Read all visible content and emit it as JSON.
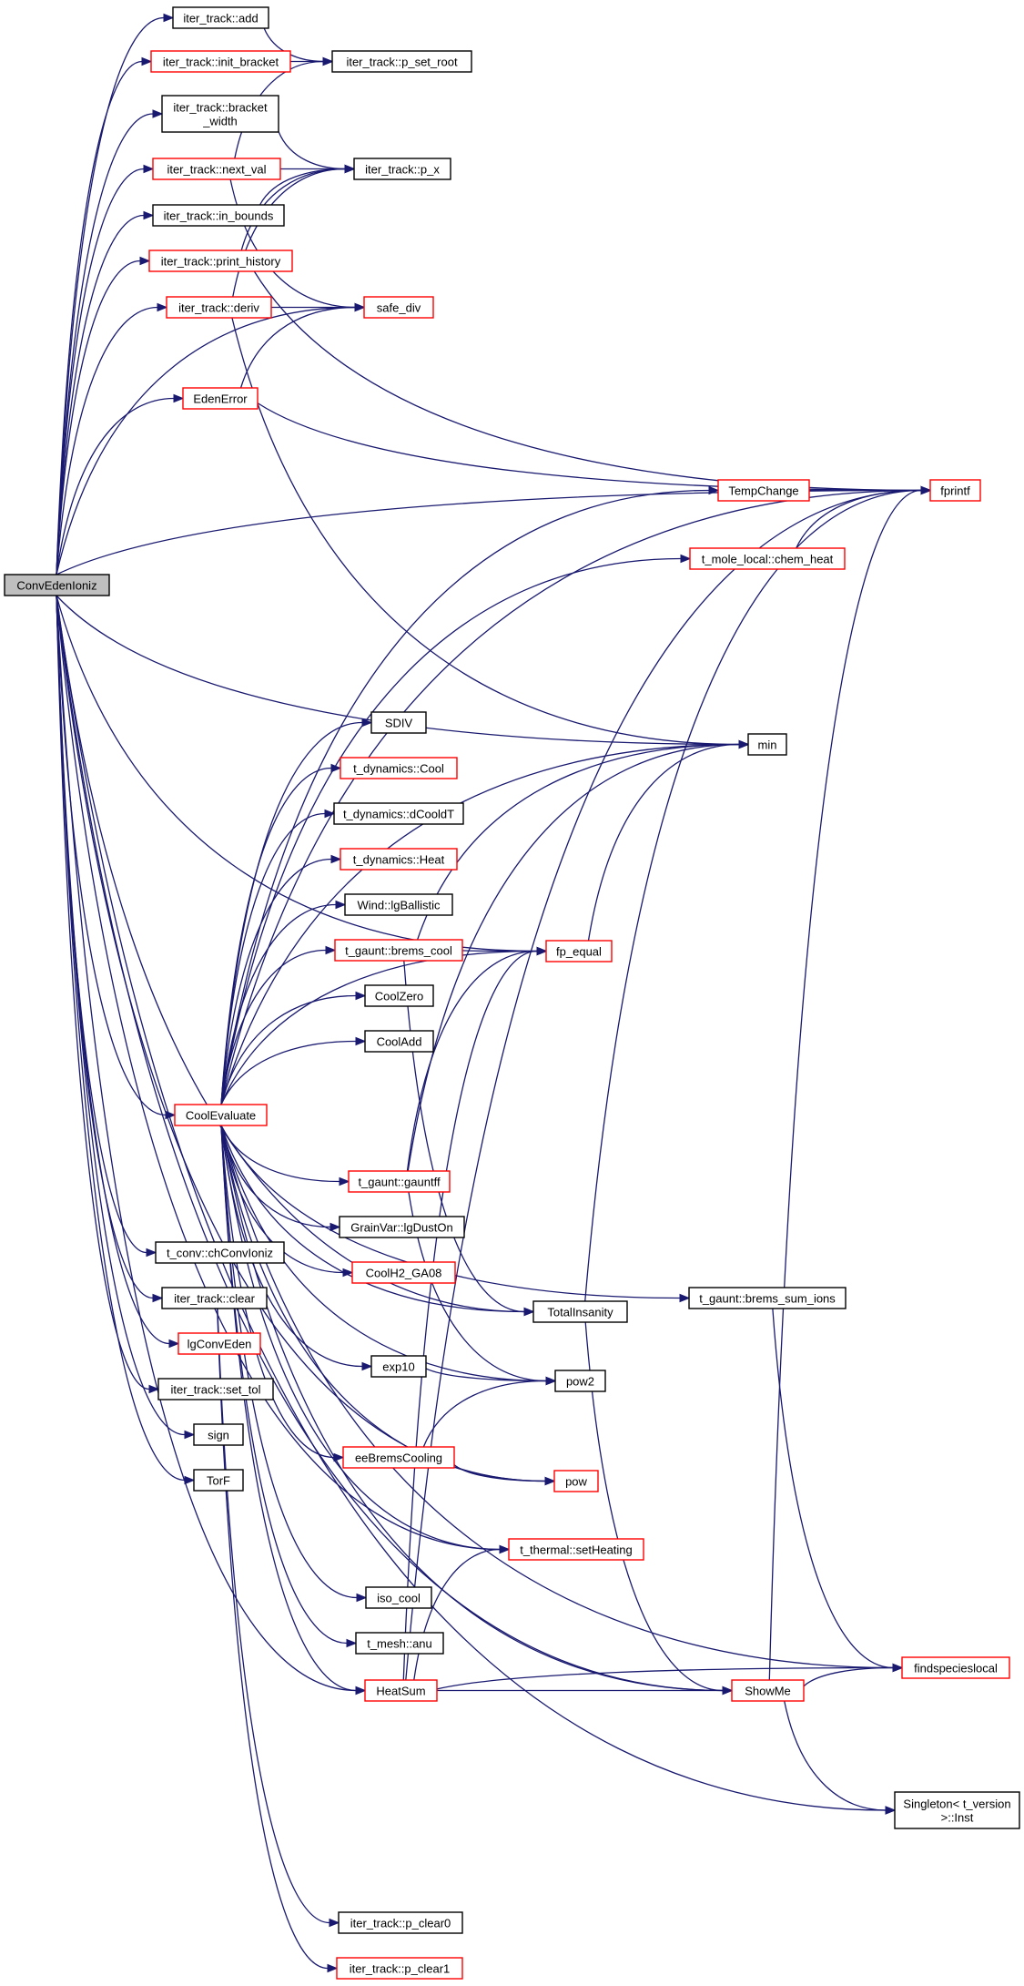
{
  "colors": {
    "edge": "#191970",
    "node_border_documented": "#000000",
    "node_border_undocumented": "#ff0000",
    "root_fill": "#bfbfbf",
    "node_fill": "#ffffff"
  },
  "nodes": {
    "ConvEdenIoniz": {
      "label": "ConvEdenIoniz",
      "kind": "root"
    },
    "add": {
      "label": "iter_track::add",
      "kind": "black"
    },
    "init_bracket": {
      "label": "iter_track::init_bracket",
      "kind": "red"
    },
    "p_set_root": {
      "label": "iter_track::p_set_root",
      "kind": "black"
    },
    "bracket_width": {
      "label": "iter_track::bracket\n_width",
      "kind": "black"
    },
    "next_val": {
      "label": "iter_track::next_val",
      "kind": "red"
    },
    "p_x": {
      "label": "iter_track::p_x",
      "kind": "black"
    },
    "in_bounds": {
      "label": "iter_track::in_bounds",
      "kind": "black"
    },
    "print_history": {
      "label": "iter_track::print_history",
      "kind": "red"
    },
    "deriv": {
      "label": "iter_track::deriv",
      "kind": "red"
    },
    "safe_div": {
      "label": "safe_div",
      "kind": "red"
    },
    "EdenError": {
      "label": "EdenError",
      "kind": "red"
    },
    "TempChange": {
      "label": "TempChange",
      "kind": "red"
    },
    "fprintf": {
      "label": "fprintf",
      "kind": "red"
    },
    "chem_heat": {
      "label": "t_mole_local::chem_heat",
      "kind": "red"
    },
    "min": {
      "label": "min",
      "kind": "black"
    },
    "SDIV": {
      "label": "SDIV",
      "kind": "black"
    },
    "dyn_Cool": {
      "label": "t_dynamics::Cool",
      "kind": "red"
    },
    "dyn_dCooldT": {
      "label": "t_dynamics::dCooldT",
      "kind": "black"
    },
    "dyn_Heat": {
      "label": "t_dynamics::Heat",
      "kind": "red"
    },
    "lgBallistic": {
      "label": "Wind::lgBallistic",
      "kind": "black"
    },
    "brems_cool": {
      "label": "t_gaunt::brems_cool",
      "kind": "red"
    },
    "fp_equal": {
      "label": "fp_equal",
      "kind": "red"
    },
    "CoolZero": {
      "label": "CoolZero",
      "kind": "black"
    },
    "CoolAdd": {
      "label": "CoolAdd",
      "kind": "black"
    },
    "CoolEvaluate": {
      "label": "CoolEvaluate",
      "kind": "red"
    },
    "gauntff": {
      "label": "t_gaunt::gauntff",
      "kind": "red"
    },
    "lgDustOn": {
      "label": "GrainVar::lgDustOn",
      "kind": "black"
    },
    "chConvIoniz": {
      "label": "t_conv::chConvIoniz",
      "kind": "black"
    },
    "CoolH2_GA08": {
      "label": "CoolH2_GA08",
      "kind": "red"
    },
    "clear": {
      "label": "iter_track::clear",
      "kind": "black"
    },
    "TotalInsanity": {
      "label": "TotalInsanity",
      "kind": "black"
    },
    "brems_sum_ions": {
      "label": "t_gaunt::brems_sum_ions",
      "kind": "black"
    },
    "lgConvEden": {
      "label": "lgConvEden",
      "kind": "red"
    },
    "exp10": {
      "label": "exp10",
      "kind": "black"
    },
    "pow2": {
      "label": "pow2",
      "kind": "black"
    },
    "set_tol": {
      "label": "iter_track::set_tol",
      "kind": "black"
    },
    "sign": {
      "label": "sign",
      "kind": "black"
    },
    "eeBremsCooling": {
      "label": "eeBremsCooling",
      "kind": "red"
    },
    "TorF": {
      "label": "TorF",
      "kind": "black"
    },
    "pow": {
      "label": "pow",
      "kind": "red"
    },
    "setHeating": {
      "label": "t_thermal::setHeating",
      "kind": "red"
    },
    "iso_cool": {
      "label": "iso_cool",
      "kind": "black"
    },
    "anu": {
      "label": "t_mesh::anu",
      "kind": "black"
    },
    "HeatSum": {
      "label": "HeatSum",
      "kind": "red"
    },
    "ShowMe": {
      "label": "ShowMe",
      "kind": "red"
    },
    "findspecieslocal": {
      "label": "findspecieslocal",
      "kind": "red"
    },
    "Inst": {
      "label": "Singleton< t_version\n>::Inst",
      "kind": "black"
    },
    "p_clear0": {
      "label": "iter_track::p_clear0",
      "kind": "black"
    },
    "p_clear1": {
      "label": "iter_track::p_clear1",
      "kind": "red"
    }
  },
  "edges": [
    [
      "ConvEdenIoniz",
      "add"
    ],
    [
      "ConvEdenIoniz",
      "init_bracket"
    ],
    [
      "ConvEdenIoniz",
      "bracket_width"
    ],
    [
      "ConvEdenIoniz",
      "next_val"
    ],
    [
      "ConvEdenIoniz",
      "in_bounds"
    ],
    [
      "ConvEdenIoniz",
      "print_history"
    ],
    [
      "ConvEdenIoniz",
      "deriv"
    ],
    [
      "ConvEdenIoniz",
      "safe_div"
    ],
    [
      "ConvEdenIoniz",
      "EdenError"
    ],
    [
      "ConvEdenIoniz",
      "fprintf"
    ],
    [
      "ConvEdenIoniz",
      "min"
    ],
    [
      "ConvEdenIoniz",
      "fp_equal"
    ],
    [
      "ConvEdenIoniz",
      "CoolEvaluate"
    ],
    [
      "ConvEdenIoniz",
      "chConvIoniz"
    ],
    [
      "ConvEdenIoniz",
      "clear"
    ],
    [
      "ConvEdenIoniz",
      "lgConvEden"
    ],
    [
      "ConvEdenIoniz",
      "set_tol"
    ],
    [
      "ConvEdenIoniz",
      "sign"
    ],
    [
      "ConvEdenIoniz",
      "TorF"
    ],
    [
      "ConvEdenIoniz",
      "TotalInsanity"
    ],
    [
      "ConvEdenIoniz",
      "pow"
    ],
    [
      "ConvEdenIoniz",
      "setHeating"
    ],
    [
      "ConvEdenIoniz",
      "HeatSum"
    ],
    [
      "ConvEdenIoniz",
      "ShowMe"
    ],
    [
      "ConvEdenIoniz",
      "Inst"
    ],
    [
      "add",
      "p_set_root"
    ],
    [
      "init_bracket",
      "p_set_root"
    ],
    [
      "bracket_width",
      "p_x"
    ],
    [
      "next_val",
      "p_set_root"
    ],
    [
      "next_val",
      "p_x"
    ],
    [
      "next_val",
      "safe_div"
    ],
    [
      "in_bounds",
      "p_x"
    ],
    [
      "print_history",
      "p_x"
    ],
    [
      "print_history",
      "fprintf"
    ],
    [
      "deriv",
      "p_x"
    ],
    [
      "deriv",
      "safe_div"
    ],
    [
      "deriv",
      "min"
    ],
    [
      "EdenError",
      "safe_div"
    ],
    [
      "EdenError",
      "fprintf"
    ],
    [
      "TempChange",
      "fprintf"
    ],
    [
      "chem_heat",
      "fprintf"
    ],
    [
      "CoolEvaluate",
      "fprintf"
    ],
    [
      "CoolEvaluate",
      "TempChange"
    ],
    [
      "CoolEvaluate",
      "chem_heat"
    ],
    [
      "CoolEvaluate",
      "min"
    ],
    [
      "CoolEvaluate",
      "SDIV"
    ],
    [
      "CoolEvaluate",
      "dyn_Cool"
    ],
    [
      "CoolEvaluate",
      "dyn_dCooldT"
    ],
    [
      "CoolEvaluate",
      "dyn_Heat"
    ],
    [
      "CoolEvaluate",
      "lgBallistic"
    ],
    [
      "CoolEvaluate",
      "brems_cool"
    ],
    [
      "CoolEvaluate",
      "CoolZero"
    ],
    [
      "CoolEvaluate",
      "CoolAdd"
    ],
    [
      "CoolEvaluate",
      "fp_equal"
    ],
    [
      "CoolEvaluate",
      "gauntff"
    ],
    [
      "CoolEvaluate",
      "lgDustOn"
    ],
    [
      "CoolEvaluate",
      "CoolH2_GA08"
    ],
    [
      "CoolEvaluate",
      "brems_sum_ions"
    ],
    [
      "CoolEvaluate",
      "TotalInsanity"
    ],
    [
      "CoolEvaluate",
      "exp10"
    ],
    [
      "CoolEvaluate",
      "pow2"
    ],
    [
      "CoolEvaluate",
      "eeBremsCooling"
    ],
    [
      "CoolEvaluate",
      "pow"
    ],
    [
      "CoolEvaluate",
      "setHeating"
    ],
    [
      "CoolEvaluate",
      "iso_cool"
    ],
    [
      "CoolEvaluate",
      "anu"
    ],
    [
      "CoolEvaluate",
      "HeatSum"
    ],
    [
      "CoolEvaluate",
      "ShowMe"
    ],
    [
      "CoolEvaluate",
      "findspecieslocal"
    ],
    [
      "brems_cool",
      "min"
    ],
    [
      "brems_cool",
      "fp_equal"
    ],
    [
      "brems_cool",
      "TotalInsanity"
    ],
    [
      "fp_equal",
      "min"
    ],
    [
      "gauntff",
      "min"
    ],
    [
      "gauntff",
      "fp_equal"
    ],
    [
      "gauntff",
      "pow2"
    ],
    [
      "exp10",
      "pow2"
    ],
    [
      "eeBremsCooling",
      "pow2"
    ],
    [
      "eeBremsCooling",
      "pow"
    ],
    [
      "TotalInsanity",
      "fprintf"
    ],
    [
      "TotalInsanity",
      "ShowMe"
    ],
    [
      "brems_sum_ions",
      "findspecieslocal"
    ],
    [
      "HeatSum",
      "fprintf"
    ],
    [
      "HeatSum",
      "fp_equal"
    ],
    [
      "HeatSum",
      "setHeating"
    ],
    [
      "HeatSum",
      "ShowMe"
    ],
    [
      "HeatSum",
      "findspecieslocal"
    ],
    [
      "ShowMe",
      "fprintf"
    ],
    [
      "ShowMe",
      "findspecieslocal"
    ],
    [
      "ShowMe",
      "Inst"
    ],
    [
      "clear",
      "p_clear0"
    ],
    [
      "clear",
      "p_clear1"
    ]
  ]
}
